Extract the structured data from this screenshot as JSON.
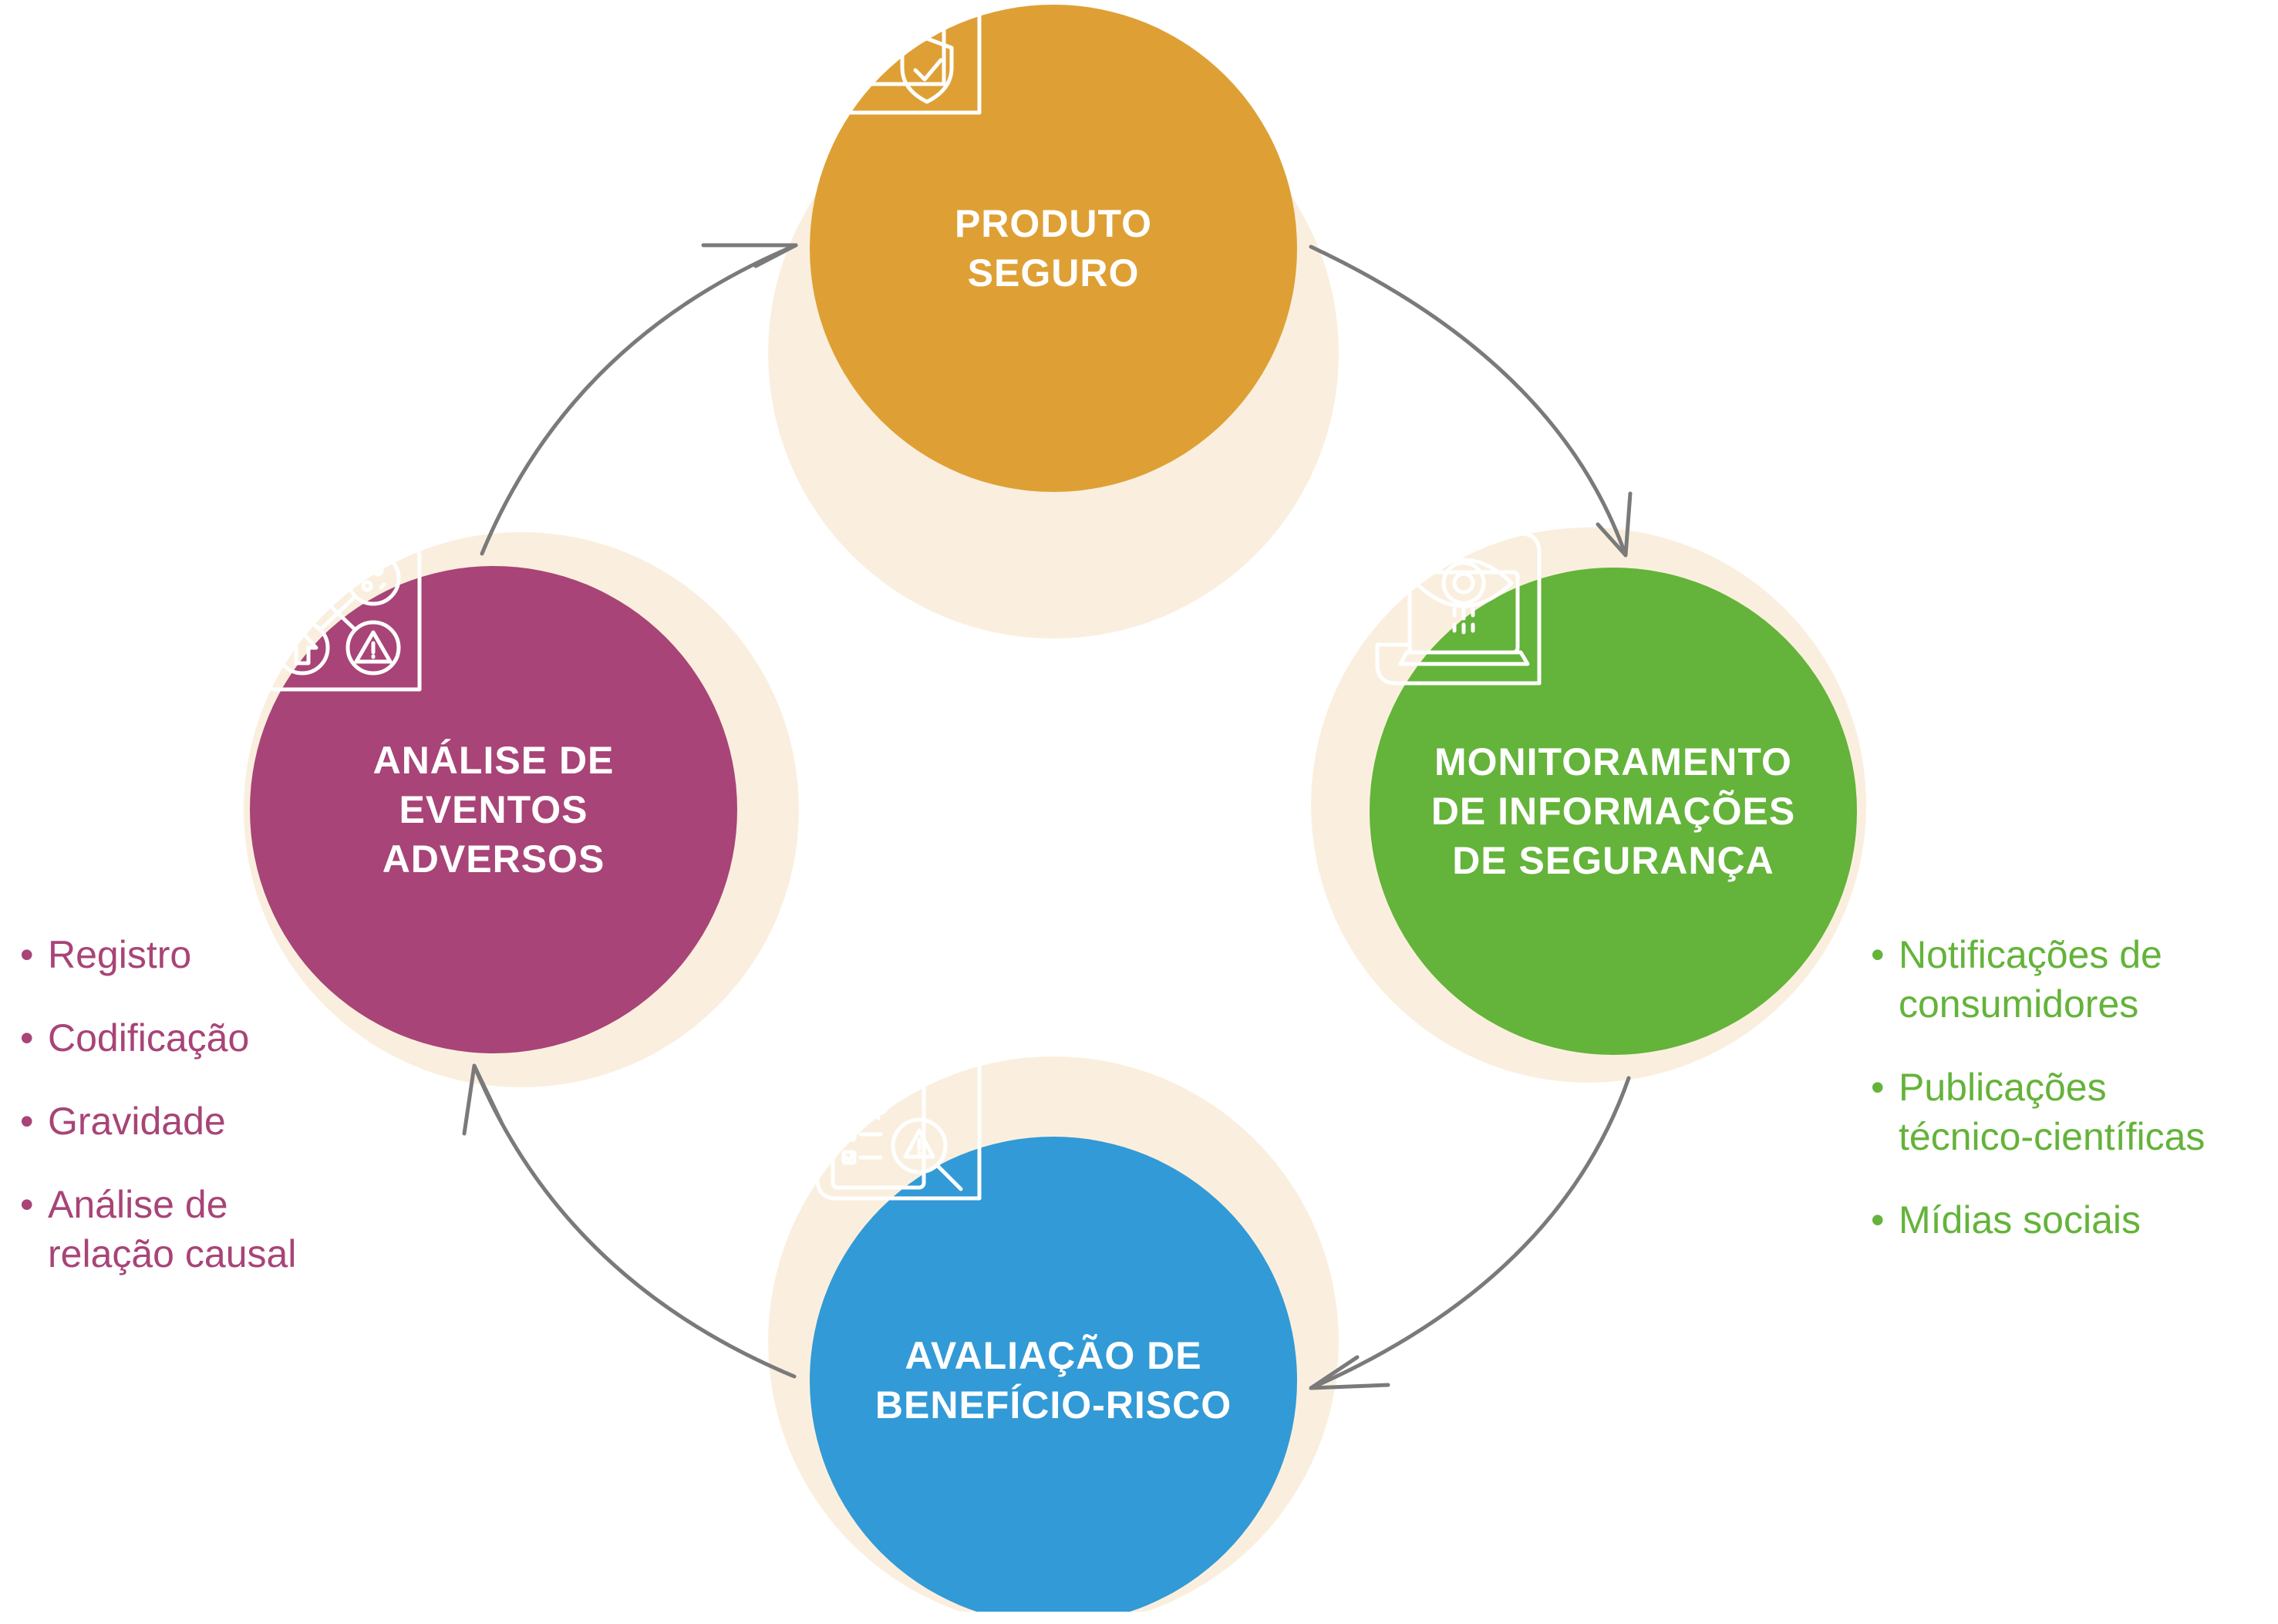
{
  "colors": {
    "produto": "#dea035",
    "monitoramento": "#64b33a",
    "avaliacao": "#329ad6",
    "analise": "#a84477",
    "halo": "#f8e9d3",
    "arrow": "#7a7a7a",
    "bullets_left": "#a84477",
    "bullets_right": "#64b33a"
  },
  "nodes": {
    "produto": {
      "title_lines": [
        "PRODUTO",
        "SEGURO"
      ],
      "icon": "package-shield-icon"
    },
    "monitoramento": {
      "title_lines": [
        "MONITORAMENTO",
        "DE INFORMAÇÕES",
        "DE SEGURANÇA"
      ],
      "icon": "laptop-eye-icon"
    },
    "avaliacao": {
      "title_lines": [
        "AVALIAÇÃO DE",
        "BENEFÍCIO-RISCO"
      ],
      "icon": "clipboard-risk-icon"
    },
    "analise": {
      "title_lines": [
        "ANÁLISE DE",
        "EVENTOS",
        "ADVERSOS"
      ],
      "icon": "adverse-events-icon"
    }
  },
  "bullets_left": [
    {
      "lines": [
        "Registro"
      ]
    },
    {
      "lines": [
        "Codificação"
      ]
    },
    {
      "lines": [
        "Gravidade"
      ]
    },
    {
      "lines": [
        "Análise de",
        "relação causal"
      ]
    }
  ],
  "bullets_right": [
    {
      "lines": [
        "Notificações de",
        "consumidores"
      ]
    },
    {
      "lines": [
        "Publicações",
        "técnico-científicas"
      ]
    },
    {
      "lines": [
        "Mídias sociais"
      ]
    }
  ],
  "bullet_marker": "•"
}
